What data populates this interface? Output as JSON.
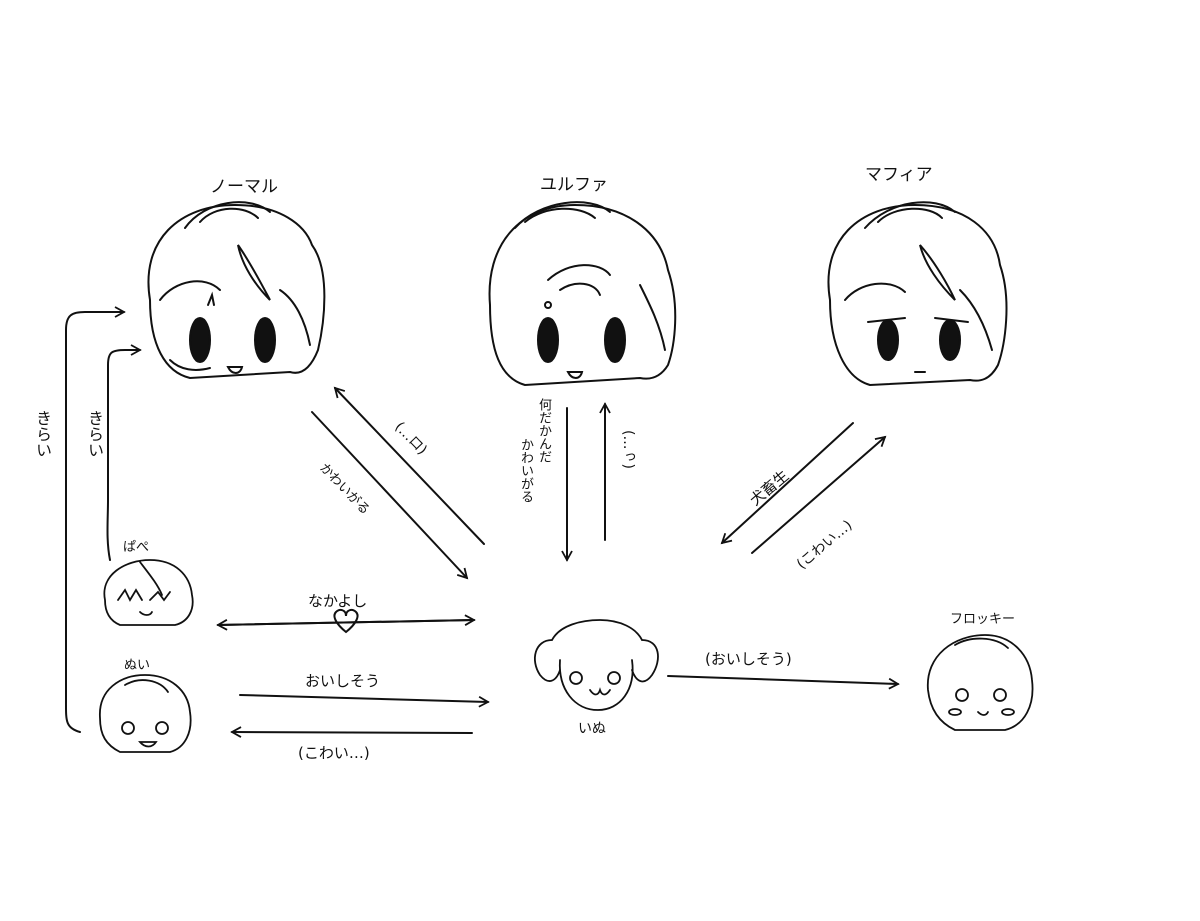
{
  "nodes": {
    "normal": "ノーマル",
    "alpha": "ユルファ",
    "mafia": "マフィア",
    "pape": "ぱぺ",
    "nui": "ぬい",
    "inu": "いぬ",
    "flocky": "フロッキー"
  },
  "edges": {
    "kirai_outer": "きらい",
    "kirai_inner": "きらい",
    "normal_to_inu": "かわいがる",
    "inu_to_normal": "(…ロ)",
    "alpha_to_inu_1": "何だかんだ",
    "alpha_to_inu_2": "かわいがる",
    "inu_to_alpha": "(…っ)",
    "mafia_to_inu": "犬畜生",
    "inu_to_mafia": "(こわい…)",
    "pape_inu": "なかよし",
    "nui_to_inu": "おいしそう",
    "inu_to_nui": "(こわい…)",
    "inu_to_flocky": "(おいしそう)"
  },
  "colors": {
    "ink": "#111111",
    "background": "#ffffff"
  }
}
